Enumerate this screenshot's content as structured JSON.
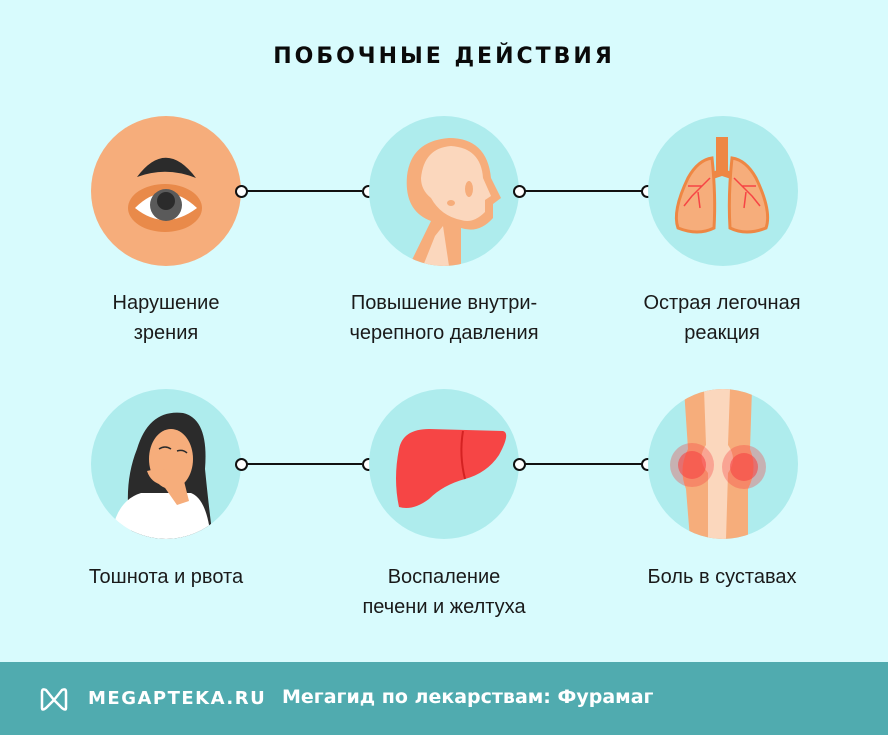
{
  "page": {
    "title": "ПОБОЧНЫЕ ДЕЙСТВИЯ",
    "colors": {
      "background": "#d8fbfd",
      "circle": "#aeeced",
      "skin_circle": "#f6ad7b",
      "footer": "#50abaf",
      "accent_red": "#f64545"
    }
  },
  "effects": [
    {
      "id": "vision",
      "icon": "eye-icon",
      "line1": "Нарушение",
      "line2": "зрения"
    },
    {
      "id": "pressure",
      "icon": "skull-icon",
      "line1": "Повышение внутри-",
      "line2": "черепного давления"
    },
    {
      "id": "lung",
      "icon": "lungs-icon",
      "line1": "Острая легочная",
      "line2": "реакция"
    },
    {
      "id": "nausea",
      "icon": "nausea-woman-icon",
      "line1": "Тошнота и рвота",
      "line2": ""
    },
    {
      "id": "liver",
      "icon": "liver-icon",
      "line1": "Воспаление",
      "line2": "печени и желтуха"
    },
    {
      "id": "joints",
      "icon": "knee-joint-icon",
      "line1": "Боль в суставах",
      "line2": ""
    }
  ],
  "footer": {
    "logo_icon": "megapteka-logo-icon",
    "brand": "MEGAPTEKA.RU",
    "tagline": "Мегагид по лекарствам: Фурамаг"
  }
}
